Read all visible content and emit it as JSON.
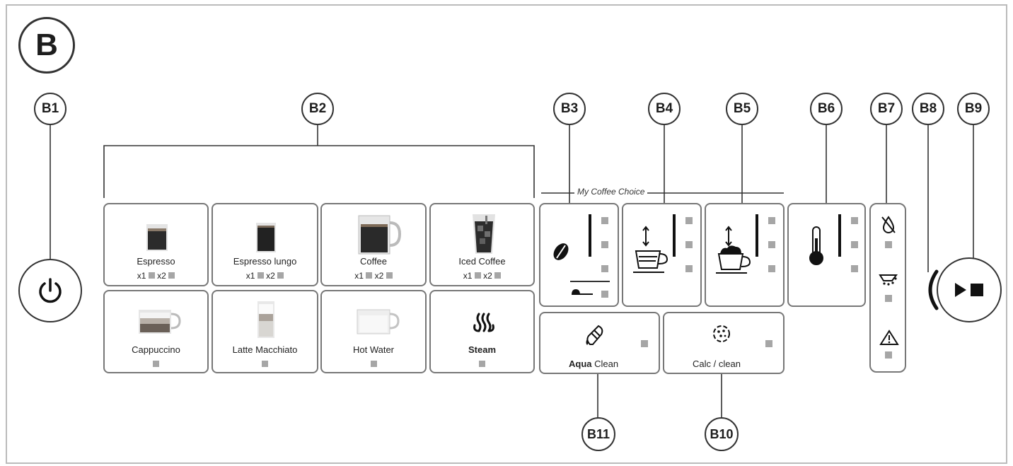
{
  "panel_letter": "B",
  "callouts": {
    "b1": "B1",
    "b2": "B2",
    "b3": "B3",
    "b4": "B4",
    "b5": "B5",
    "b6": "B6",
    "b7": "B7",
    "b8": "B8",
    "b9": "B9",
    "b10": "B10",
    "b11": "B11"
  },
  "my_coffee_choice": "My Coffee Choice",
  "drinks": {
    "espresso": {
      "name": "Espresso",
      "x1": "x1",
      "x2": "x2",
      "icon": "espresso-glass-icon"
    },
    "espresso_lungo": {
      "name": "Espresso lungo",
      "x1": "x1",
      "x2": "x2",
      "icon": "lungo-glass-icon"
    },
    "coffee": {
      "name": "Coffee",
      "x1": "x1",
      "x2": "x2",
      "icon": "coffee-mug-icon"
    },
    "iced_coffee": {
      "name": "Iced Coffee",
      "x1": "x1",
      "x2": "x2",
      "icon": "iced-coffee-glass-icon"
    },
    "cappuccino": {
      "name": "Cappuccino",
      "icon": "cappuccino-cup-icon"
    },
    "latte_macchiato": {
      "name": "Latte Macchiato",
      "icon": "latte-glass-icon"
    },
    "hot_water": {
      "name": "Hot Water",
      "icon": "hot-water-cup-icon"
    },
    "steam": {
      "name": "Steam",
      "icon": "steam-icon"
    }
  },
  "aqua_clean": {
    "bold": "Aqua",
    "rest": " Clean",
    "icon": "aqua-clean-filter-icon"
  },
  "calc_clean": {
    "label": "Calc / clean",
    "icon": "calc-clean-icon"
  },
  "icons": {
    "power": "power-icon",
    "play_stop": "play-stop-icon",
    "bean": "coffee-bean-icon",
    "cup_volume": "cup-volume-icon",
    "milk_volume": "milk-volume-icon",
    "temperature": "thermometer-icon",
    "no_water": "no-water-icon",
    "grounds": "coffee-grounds-icon",
    "warning": "warning-icon"
  },
  "colors": {
    "indicator": "#a6a6a6",
    "border": "#777777",
    "text": "#222222"
  }
}
